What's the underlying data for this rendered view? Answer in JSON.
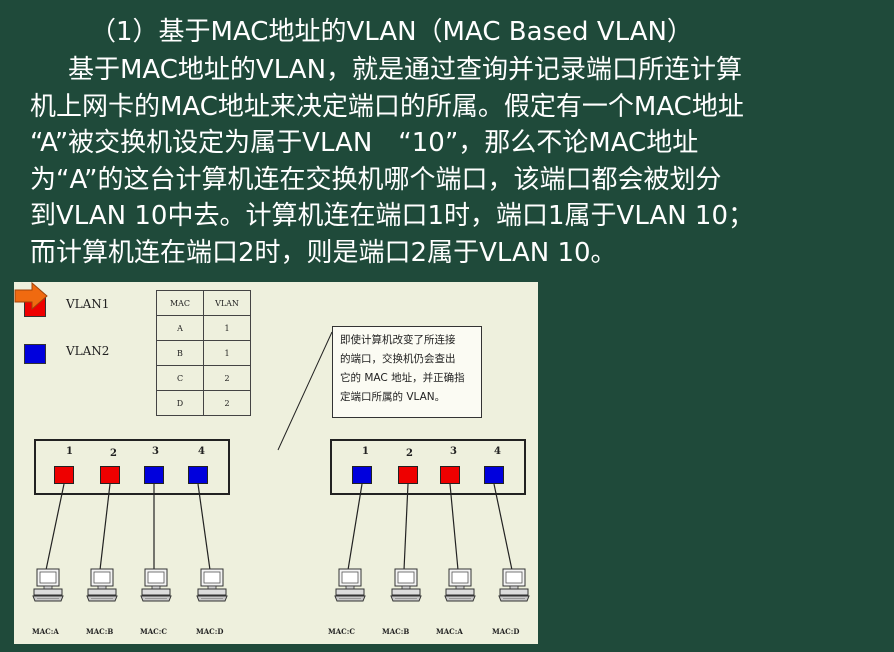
{
  "heading": "（1）基于MAC地址的VLAN（MAC Based VLAN）",
  "paragraph_lines": [
    "基于MAC地址的VLAN，就是通过查询并记录端口所连计算",
    "机上网卡的MAC地址来决定端口的所属。假定有一个MAC地址",
    "“A”被交换机设定为属于VLAN　“10”，那么不论MAC地址",
    "为“A”的这台计算机连在交换机哪个端口，该端口都会被划分",
    "到VLAN 10中去。计算机连在端口1时，端口1属于VLAN 10；",
    "而计算机连在端口2时，则是端口2属于VLAN 10。"
  ],
  "figure": {
    "colors": {
      "vlan1": "#ee0000",
      "vlan2": "#0000dd",
      "arrow": "#f06a10"
    },
    "legend": [
      {
        "label": "VLAN1",
        "color": "#ee0000"
      },
      {
        "label": "VLAN2",
        "color": "#0000dd"
      }
    ],
    "table": {
      "headers": [
        "MAC",
        "VLAN"
      ],
      "rows": [
        [
          "A",
          "1"
        ],
        [
          "B",
          "1"
        ],
        [
          "C",
          "2"
        ],
        [
          "D",
          "2"
        ]
      ]
    },
    "note_lines": [
      "即使计算机改变了所连接",
      "的端口，交换机仍会查出",
      "它的 MAC 地址，并正确指",
      "定端口所属的 VLAN。"
    ],
    "ports": [
      "1",
      "2",
      "3",
      "4"
    ],
    "left_switch": {
      "port_colors": [
        "#ee0000",
        "#ee0000",
        "#0000dd",
        "#0000dd"
      ],
      "mac_labels": [
        "MAC:A",
        "MAC:B",
        "MAC:C",
        "MAC:D"
      ]
    },
    "right_switch": {
      "port_colors": [
        "#0000dd",
        "#ee0000",
        "#ee0000",
        "#0000dd"
      ],
      "mac_labels": [
        "MAC:C",
        "MAC:B",
        "MAC:A",
        "MAC:D"
      ]
    }
  }
}
